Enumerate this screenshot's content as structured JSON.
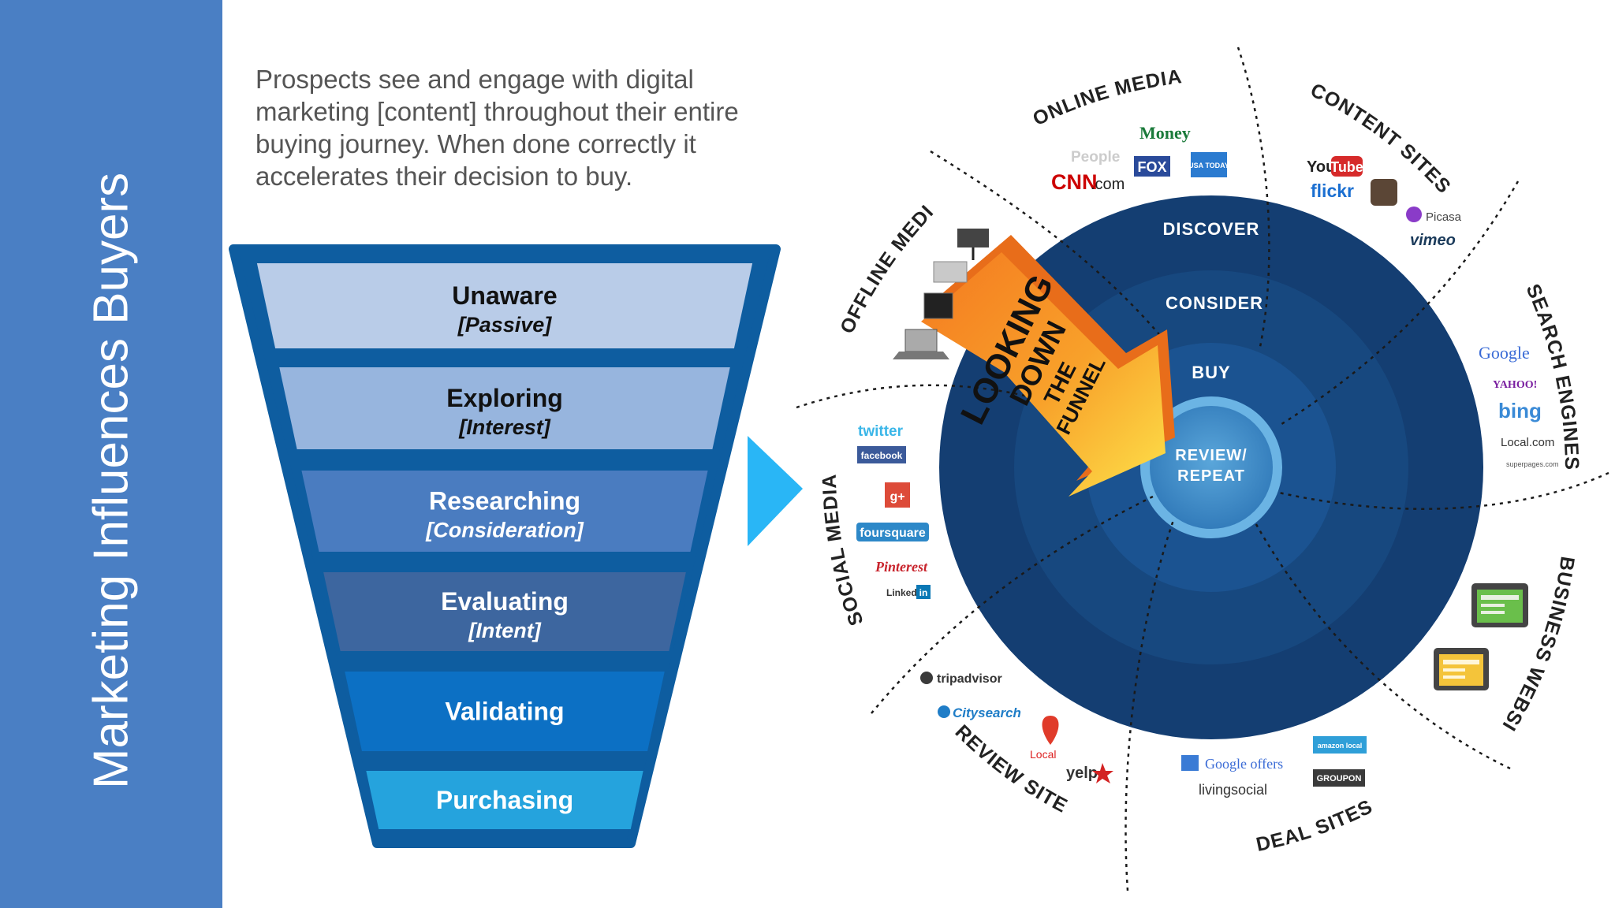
{
  "sidebar": {
    "title": "Marketing Influences Buyers"
  },
  "intro": {
    "text": "Prospects see and engage with digital marketing [content] throughout their entire buying journey.  When done correctly it accelerates their decision to buy."
  },
  "funnel": {
    "stages": [
      {
        "name": "Unaware",
        "sub": "[Passive]",
        "fill": "#b9cce8",
        "text": "#111111"
      },
      {
        "name": "Exploring",
        "sub": "[Interest]",
        "fill": "#97b5de",
        "text": "#111111"
      },
      {
        "name": "Researching",
        "sub": "[Consideration]",
        "fill": "#4a7cc0",
        "text": "#ffffff"
      },
      {
        "name": "Evaluating",
        "sub": "[Intent]",
        "fill": "#3d669f",
        "text": "#ffffff"
      },
      {
        "name": "Validating",
        "sub": "",
        "fill": "#0c70c4",
        "text": "#ffffff"
      },
      {
        "name": "Purchasing",
        "sub": "",
        "fill": "#25a3dd",
        "text": "#ffffff"
      }
    ],
    "border_color": "#0e5da0"
  },
  "arrow_color": "#29b6f6",
  "wheel": {
    "outer_color": "#143e72",
    "rings": [
      "DISCOVER",
      "CONSIDER",
      "BUY"
    ],
    "center": [
      "REVIEW/",
      "REPEAT"
    ],
    "big_arrow": [
      "LOOKING",
      "DOWN",
      "THE",
      "FUNNEL"
    ],
    "categories": [
      "ONLINE MEDIA",
      "CONTENT SITES",
      "SEARCH ENGINES",
      "BUSINESS WEBSITES",
      "DEAL SITES",
      "REVIEW SITES",
      "SOCIAL MEDIA",
      "OFFLINE MEDIA"
    ],
    "brands": {
      "money": "Money",
      "people": "People",
      "fox": "FOX",
      "usa": "USA TODAY",
      "cnn": "CNN",
      "cnn_com": ".com",
      "youtube_you": "You",
      "youtube_tube": "Tube",
      "flickr": "flickr",
      "picasa": "Picasa",
      "vimeo": "vimeo",
      "google": "Google",
      "yahoo": "YAHOO!",
      "bing": "bing",
      "local": "Local.com",
      "superpages": "superpages.com",
      "twitter": "twitter",
      "facebook": "facebook",
      "gplus": "g+",
      "foursquare": "foursquare",
      "pinterest": "Pinterest",
      "linkedin": "Linked",
      "linkedin_in": "in",
      "tripadvisor": "tripadvisor",
      "citysearch": "Citysearch",
      "glocal": "Local",
      "yelp": "yelp",
      "google_offers": "Google offers",
      "livingsocial": "livingsocial",
      "amazon_local": "amazon local",
      "groupon": "GROUPON"
    }
  }
}
